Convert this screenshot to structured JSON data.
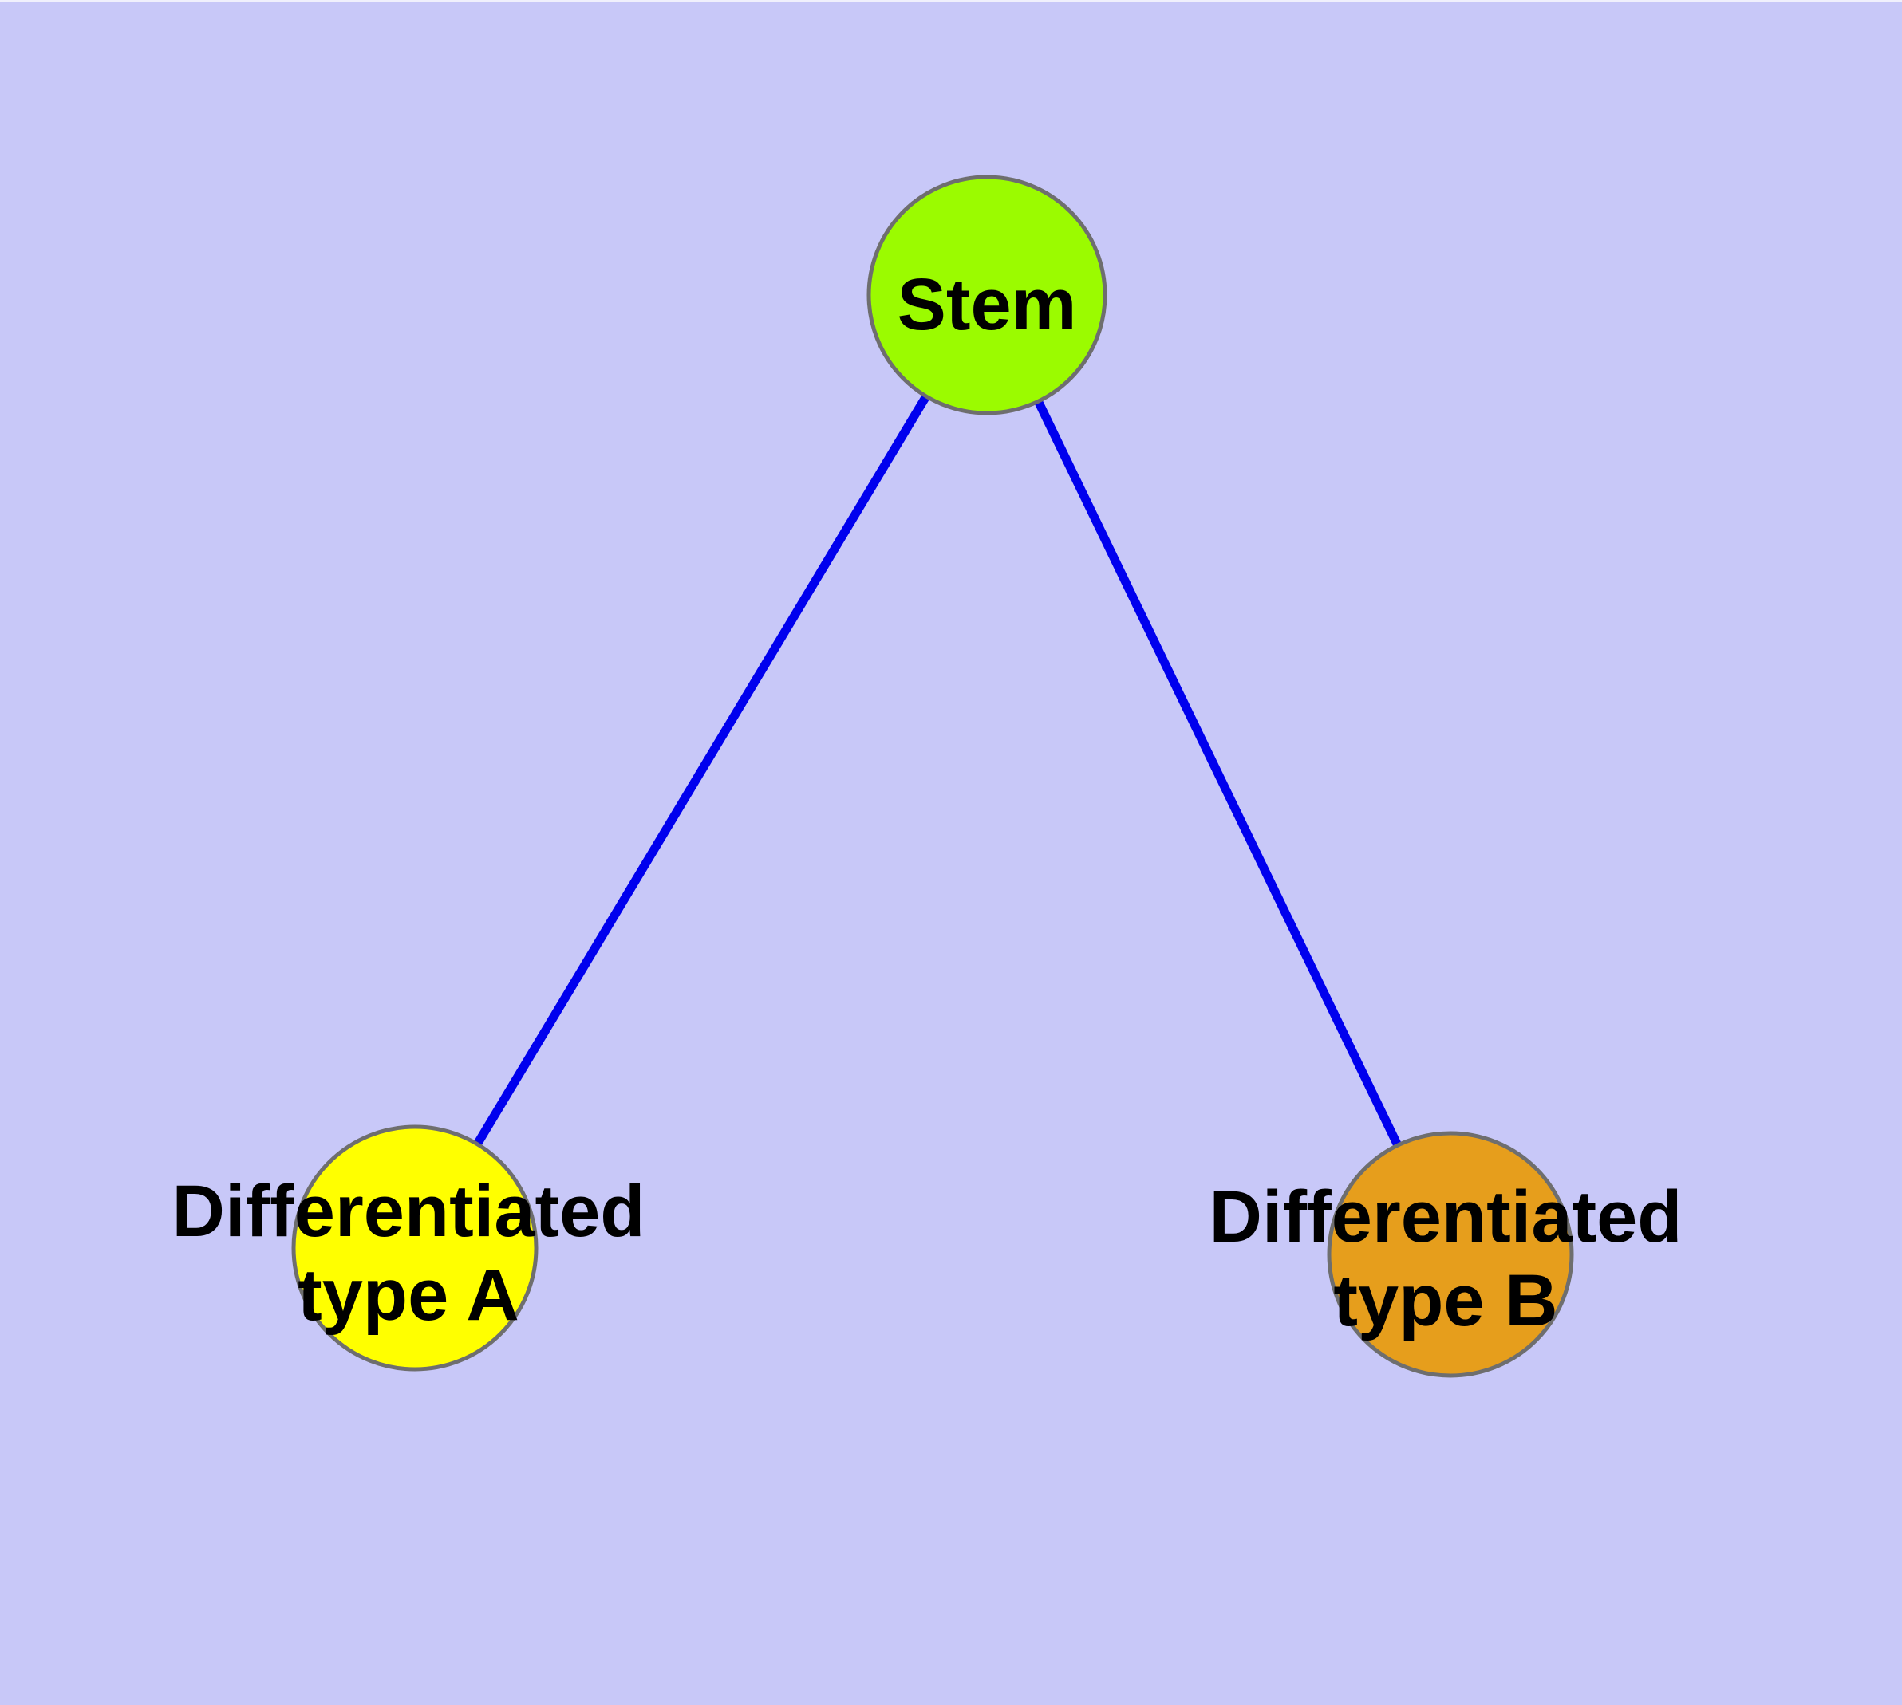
{
  "diagram": {
    "description": "Stem cell differentiation graph: one stem node connected to two differentiated cell-type nodes",
    "background_color": "#C8C8F8",
    "top_edge_color": "#F0F0FC",
    "label_color": "#000000",
    "node_border": {
      "color": "#6E6E6E",
      "width": 5
    },
    "edge_style": {
      "color": "#0000EE",
      "width": 11
    },
    "nodes": [
      {
        "id": "stem",
        "label": "Stem",
        "lines": [
          "Stem",
          ""
        ],
        "fill": "#9BFB00"
      },
      {
        "id": "differentiated-type-a",
        "label": "Differentiated type A",
        "lines": [
          "Differentiated",
          "type A"
        ],
        "fill": "#FFFF00"
      },
      {
        "id": "differentiated-type-b",
        "label": "Differentiated type B",
        "lines": [
          "Differentiated",
          "type B"
        ],
        "fill": "#E69E1C"
      }
    ],
    "edges": [
      {
        "from": "Stem",
        "to": "Differentiated type A"
      },
      {
        "from": "Stem",
        "to": "Differentiated type B"
      }
    ]
  }
}
